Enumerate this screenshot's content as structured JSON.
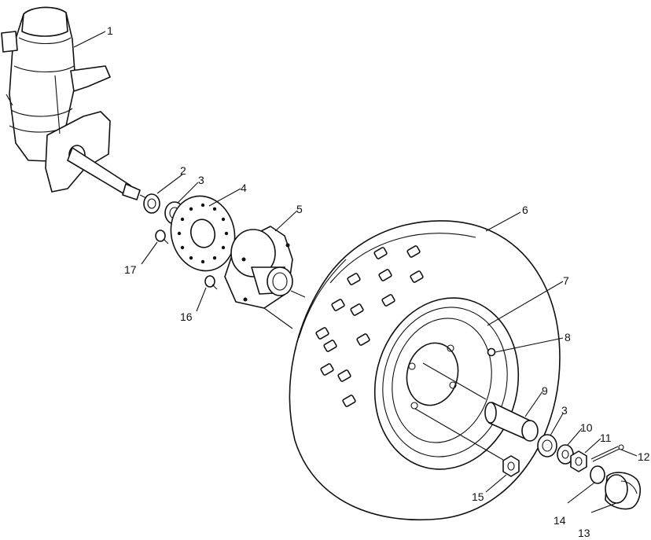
{
  "callouts": {
    "c1": "1",
    "c2": "2",
    "c3a": "3",
    "c4": "4",
    "c5": "5",
    "c6": "6",
    "c7": "7",
    "c8": "8",
    "c9": "9",
    "c3b": "3",
    "c10": "10",
    "c11": "11",
    "c12": "12",
    "c13": "13",
    "c14": "14",
    "c15": "15",
    "c16": "16",
    "c17": "17"
  },
  "colors": {
    "ink": "#111111",
    "paper": "#ffffff"
  }
}
